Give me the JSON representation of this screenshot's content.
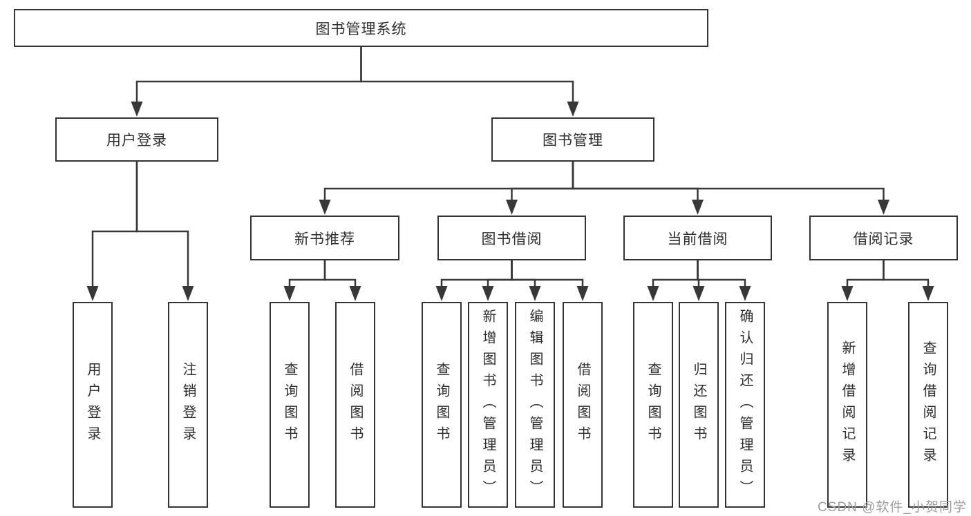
{
  "diagram": {
    "title": "图书管理系统",
    "type": "hierarchy-tree",
    "colors": {
      "line": "#383838",
      "box_border": "#333333",
      "text": "#2e2e2e",
      "background": "#ffffff",
      "watermark": "#9e9e9e"
    },
    "nodes": [
      {
        "id": "root",
        "label": "图书管理系统",
        "parent": null
      },
      {
        "id": "user-login",
        "label": "用户登录",
        "parent": "root"
      },
      {
        "id": "book-mgmt",
        "label": "图书管理",
        "parent": "root"
      },
      {
        "id": "new-rec",
        "label": "新书推荐",
        "parent": "book-mgmt"
      },
      {
        "id": "book-borrow",
        "label": "图书借阅",
        "parent": "book-mgmt"
      },
      {
        "id": "current-borrow",
        "label": "当前借阅",
        "parent": "book-mgmt"
      },
      {
        "id": "borrow-records",
        "label": "借阅记录",
        "parent": "book-mgmt"
      },
      {
        "id": "login-leaf",
        "label": "用户登录",
        "parent": "user-login"
      },
      {
        "id": "logout-leaf",
        "label": "注销登录",
        "parent": "user-login"
      },
      {
        "id": "rec-query-books",
        "label": "查询图书",
        "parent": "new-rec"
      },
      {
        "id": "rec-borrow-books",
        "label": "借阅图书",
        "parent": "new-rec"
      },
      {
        "id": "bb-query-books",
        "label": "查询图书",
        "parent": "book-borrow"
      },
      {
        "id": "bb-add-books",
        "label": "新增图书（管理员）",
        "parent": "book-borrow"
      },
      {
        "id": "bb-edit-books",
        "label": "编辑图书（管理员）",
        "parent": "book-borrow"
      },
      {
        "id": "bb-borrow-books",
        "label": "借阅图书",
        "parent": "book-borrow"
      },
      {
        "id": "cb-query-books",
        "label": "查询图书",
        "parent": "current-borrow"
      },
      {
        "id": "cb-return-books",
        "label": "归还图书",
        "parent": "current-borrow"
      },
      {
        "id": "cb-confirm-return",
        "label": "确认归还（管理员）",
        "parent": "current-borrow"
      },
      {
        "id": "br-add-record",
        "label": "新增借阅记录",
        "parent": "borrow-records"
      },
      {
        "id": "br-query-record",
        "label": "查询借阅记录",
        "parent": "borrow-records"
      }
    ]
  },
  "watermark": {
    "text": "CSDN @软件_小贺同学"
  }
}
